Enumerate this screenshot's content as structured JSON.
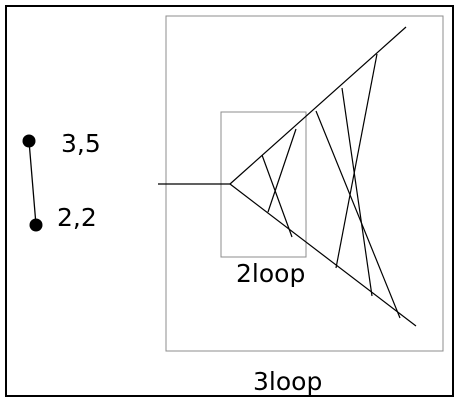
{
  "points": [
    {
      "label": "3,5"
    },
    {
      "label": "2,2"
    }
  ],
  "boxes": {
    "inner_label": "2loop",
    "outer_label": "3loop"
  },
  "colors": {
    "ink": "#000000",
    "box_stroke": "#8c8c8c",
    "background": "#ffffff"
  }
}
